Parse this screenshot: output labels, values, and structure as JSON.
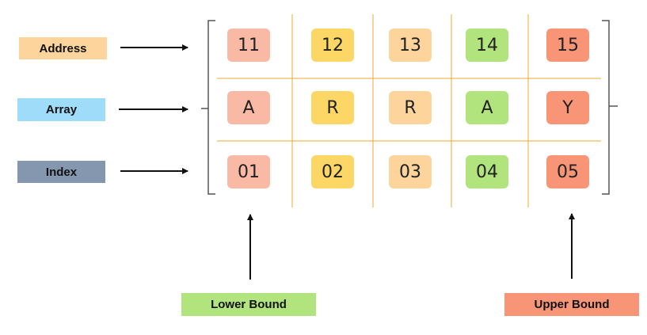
{
  "labels": {
    "address": "Address",
    "array": "Array",
    "index": "Index",
    "lower_bound": "Lower Bound",
    "upper_bound": "Upper Bound"
  },
  "grid": {
    "rows": [
      [
        "11",
        "12",
        "13",
        "14",
        "15"
      ],
      [
        "A",
        "R",
        "R",
        "A",
        "Y"
      ],
      [
        "01",
        "02",
        "03",
        "04",
        "05"
      ]
    ],
    "column_colors": [
      "#F9B9A4",
      "#FDD765",
      "#FDD49B",
      "#B2E47D",
      "#F89577"
    ]
  },
  "colors": {
    "address": "#FDD49B",
    "array": "#9EDCFA",
    "index": "#8497AE",
    "lower_bound": "#B2E47D",
    "upper_bound": "#F89577",
    "grid_line": "#E8A92F",
    "bracket": "#555555",
    "arrow": "#111111"
  }
}
